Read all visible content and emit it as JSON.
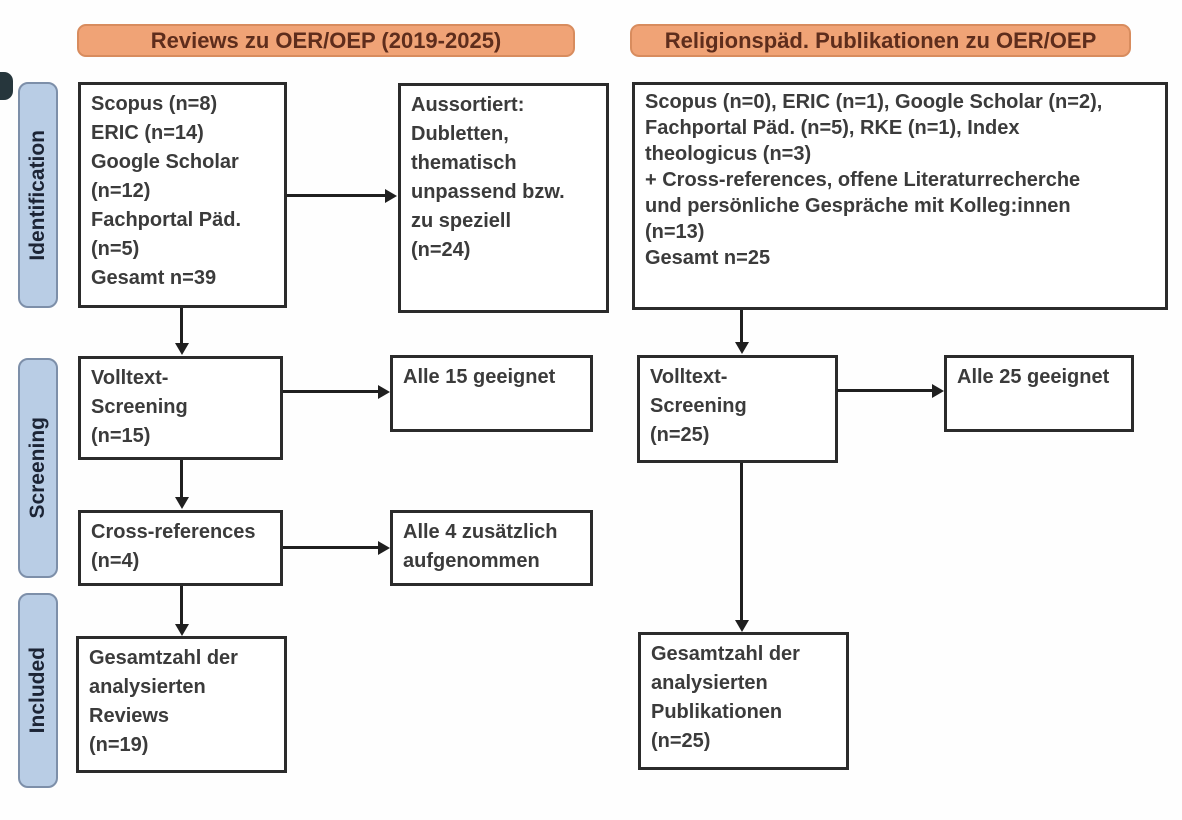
{
  "headers": {
    "left": "Reviews zu OER/OEP (2019-2025)",
    "right": "Religionspäd. Publikationen zu OER/OEP"
  },
  "stages": {
    "identification": "Identification",
    "screening": "Screening",
    "included": "Included"
  },
  "boxes": {
    "left_sources": "Scopus (n=8)\nERIC (n=14)\nGoogle Scholar\n(n=12)\nFachportal Päd.\n(n=5)\nGesamt n=39",
    "left_excluded": "Aussortiert:\nDubletten,\nthematisch\nunpassend bzw.\nzu speziell\n(n=24)",
    "left_fulltext": "Volltext-\nScreening\n(n=15)",
    "left_fulltext_result": "Alle 15 geeignet",
    "left_crossref": "Cross-references\n(n=4)",
    "left_crossref_result": "Alle 4 zusätzlich\naufgenommen",
    "left_total": "Gesamtzahl der\nanalysierten\nReviews\n(n=19)",
    "right_sources": "Scopus (n=0), ERIC (n=1), Google Scholar (n=2),\nFachportal Päd. (n=5), RKE (n=1), Index\ntheologicus (n=3)\n+ Cross-references, offene Literaturrecherche\nund persönliche Gespräche mit Kolleg:innen\n(n=13)\nGesamt n=25",
    "right_fulltext": "Volltext-\nScreening\n(n=25)",
    "right_fulltext_result": "Alle 25 geeignet",
    "right_total": "Gesamtzahl der\nanalysierten\nPublikationen\n(n=25)"
  },
  "colors": {
    "header_fill": "#f0a376",
    "header_border": "#d88c5e",
    "header_text": "#5e2d1c",
    "stage_fill": "#b9cde5",
    "stage_border": "#7d8fa9",
    "stage_text": "#1c2435",
    "box_border": "#2b2b2b",
    "box_text": "#3b3b3b",
    "arrow": "#1f1f1f"
  }
}
